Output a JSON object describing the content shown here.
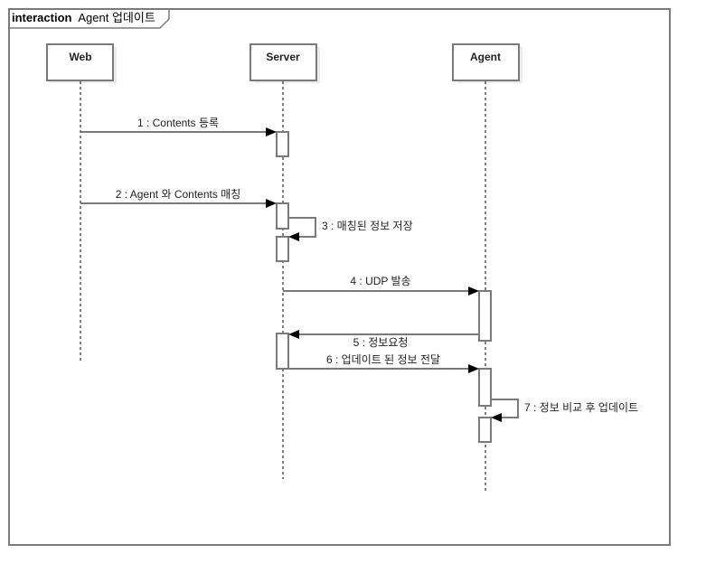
{
  "frame": {
    "keyword": "interaction",
    "title": "Agent 업데이트"
  },
  "colors": {
    "line": "#7a7a7a",
    "arrow": "#000000",
    "lifeline": "#000000",
    "shadow": "#ebebeb",
    "text": "#222222"
  },
  "lifelines": [
    {
      "id": "web",
      "name": "Web"
    },
    {
      "id": "server",
      "name": "Server"
    },
    {
      "id": "agent",
      "name": "Agent"
    }
  ],
  "messages": [
    {
      "seq": "1",
      "text": "1 : Contents 등록",
      "from": "web",
      "to": "server",
      "kind": "sync"
    },
    {
      "seq": "2",
      "text": "2 : Agent 와 Contents 매칭",
      "from": "web",
      "to": "server",
      "kind": "sync"
    },
    {
      "seq": "3",
      "text": "3 : 매칭된 정보 저장",
      "from": "server",
      "to": "server",
      "kind": "self"
    },
    {
      "seq": "4",
      "text": "4 : UDP 발송",
      "from": "server",
      "to": "agent",
      "kind": "sync"
    },
    {
      "seq": "5",
      "text": "5 : 정보요청",
      "from": "agent",
      "to": "server",
      "kind": "sync"
    },
    {
      "seq": "6",
      "text": "6 : 업데이트 된 정보 전달",
      "from": "server",
      "to": "agent",
      "kind": "sync"
    },
    {
      "seq": "7",
      "text": "7 : 정보 비교 후 업데이트",
      "from": "agent",
      "to": "agent",
      "kind": "self"
    }
  ]
}
